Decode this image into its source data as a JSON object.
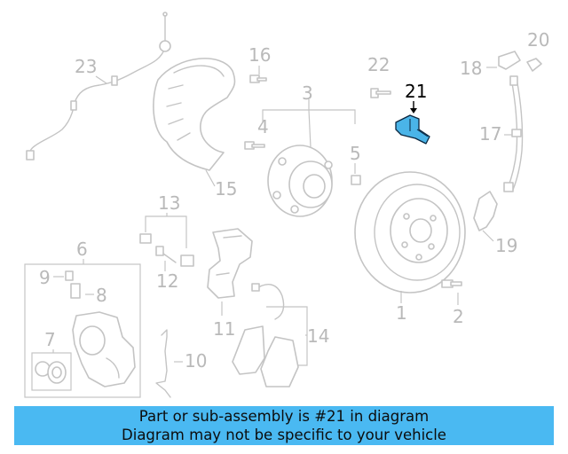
{
  "callouts": {
    "c1": "1",
    "c2": "2",
    "c3": "3",
    "c4": "4",
    "c5": "5",
    "c6": "6",
    "c7": "7",
    "c8": "8",
    "c9": "9",
    "c10": "10",
    "c11": "11",
    "c12": "12",
    "c13": "13",
    "c14": "14",
    "c15": "15",
    "c16": "16",
    "c17": "17",
    "c18": "18",
    "c19": "19",
    "c20": "20",
    "c21": "21",
    "c22": "22",
    "c23": "23"
  },
  "highlighted_part": "21",
  "colors": {
    "highlight": "#4ab4e8",
    "banner": "#4ab9f2",
    "line_art": "#c4c4c4"
  },
  "banner": {
    "line1": "Part or sub-assembly is #21 in diagram",
    "line2": "Diagram may not be specific to your vehicle"
  }
}
